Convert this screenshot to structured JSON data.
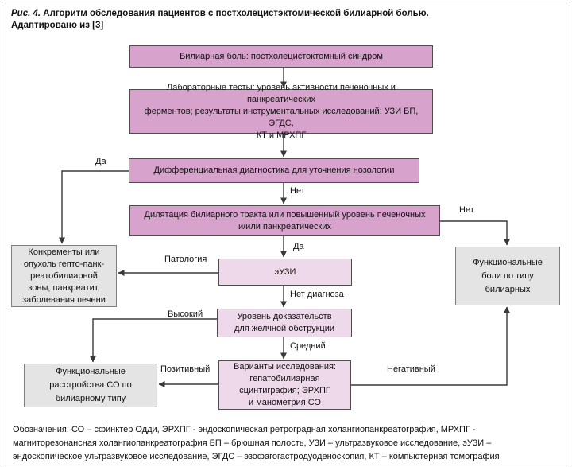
{
  "figure": {
    "caption_prefix": "Рис. 4.",
    "caption_line1": " Алгоритм обследования пациентов с постхолецистэктомической билиарной болью.",
    "caption_line2": "Адаптировано из [3]"
  },
  "colors": {
    "node_pink_dark": "#d7a2cc",
    "node_pink_light": "#eed9ea",
    "node_gray": "#e4e4e4",
    "node_border": "#4d4d4d",
    "gray_border": "#7e7e7e",
    "wire": "#383838",
    "text": "#111111",
    "background": "#ffffff"
  },
  "nodes": {
    "biliary_pain": {
      "text": "Билиарная боль: постхолецистоктомный синдром"
    },
    "lab_tests": {
      "text": "Лабораторные тесты: уровень активности печеночных и панкреатических\nферментов; результаты инструментальных исследований: УЗИ БП, ЭГДС,\nКТ и МРХПГ"
    },
    "differential": {
      "text": "Дифференциальная диагностика для уточнения нозологии"
    },
    "dilatation": {
      "text": "Дилятация билиарного тракта или повышенный уровень печеночных\nи/или панкреатических"
    },
    "eus": {
      "text": "эУЗИ"
    },
    "evidence_level": {
      "text": "Уровень доказательств\nдля желчной обструкции"
    },
    "study_options": {
      "text": "Варианты исследования:\nгепатобилиарная\nсцинтиграфия; ЭРХПГ\nи манометрия СО"
    },
    "concrements": {
      "text": "Конкременты или\nопухоль гепто-панк-\nреатобилиарной\nзоны, панкреатит,\nзаболевания печени"
    },
    "functional_so": {
      "text": "Функциональные\nрасстройства СО по\nбилиарному типу"
    },
    "functional_biliary": {
      "text": "Функциональные\nболи по типу\nбилиарных"
    }
  },
  "edge_labels": {
    "yes_left": "Да",
    "no_down": "Нет",
    "no_right": "Нет",
    "yes_down": "Да",
    "pathology": "Патология",
    "no_diagnosis": "Нет диагноза",
    "high": "Высокий",
    "medium": "Средний",
    "positive": "Позитивный",
    "negative": "Негативный"
  },
  "legend": {
    "text": "Обозначения: СО – сфинктер Одди, ЭРХПГ - эндоскопическая ретроградная холангиопанкреатография, МРХПГ -\nмагниторезонансная  холангиопанкреатография БП – брюшная полость, УЗИ – ультразвуковое исследование, эУЗИ –\nэндоскопическое ультразвуковое исследование, ЭГДС – эзофагогастродуоденоскопия, КТ – компьютерная томография"
  }
}
